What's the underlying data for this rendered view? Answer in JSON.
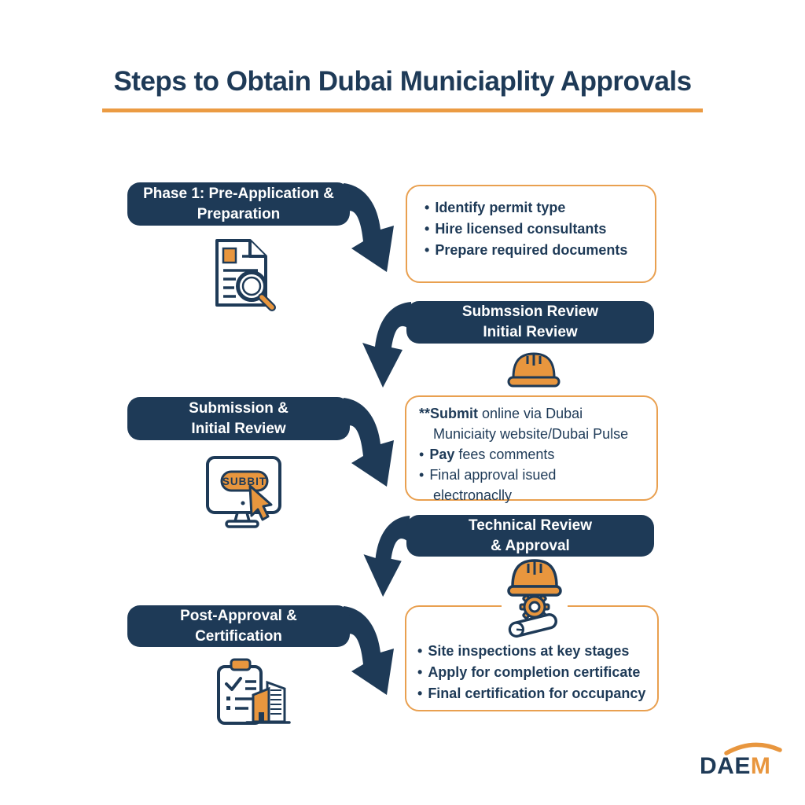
{
  "title": "Steps to Obtain Dubai Municiaplity Approvals",
  "colors": {
    "navy": "#1e3a57",
    "orange": "#e8963e",
    "box_border": "#e9a050",
    "underline": "#eb9b43",
    "background": "#ffffff",
    "banner_text": "#ffffff"
  },
  "banners": [
    {
      "lines": [
        "Phase 1: Pre-Application &",
        "Preparation"
      ]
    },
    {
      "lines": [
        "Submssion Review",
        "Initial Review"
      ]
    },
    {
      "lines": [
        "Submission &",
        "Initial Review"
      ]
    },
    {
      "lines": [
        "Technical Review",
        "& Approval"
      ]
    },
    {
      "lines": [
        "Post-Approval &",
        "Certification"
      ]
    }
  ],
  "boxes": [
    {
      "items": [
        {
          "bullet": true,
          "segments": [
            {
              "text": "Identify permit type"
            }
          ]
        },
        {
          "bullet": true,
          "segments": [
            {
              "text": "Hire licensed consultants"
            }
          ]
        },
        {
          "bullet": true,
          "segments": [
            {
              "text": "Prepare required documents"
            }
          ]
        }
      ]
    },
    {
      "items": [
        {
          "bullet": false,
          "segments": [
            {
              "text": "**Submit",
              "bold": true
            },
            {
              "text": " online via Dubai\nMuniciaity website/Dubai Pulse"
            }
          ]
        },
        {
          "bullet": true,
          "segments": [
            {
              "text": "Pay",
              "bold": true
            },
            {
              "text": " fees comments"
            }
          ]
        },
        {
          "bullet": true,
          "segments": [
            {
              "text": "Final approval isued\nelectronaclly"
            }
          ]
        }
      ]
    },
    {
      "items": [
        {
          "bullet": true,
          "segments": [
            {
              "text": "Site inspections at key stages"
            }
          ]
        },
        {
          "bullet": true,
          "segments": [
            {
              "text": "Apply for completion certificate"
            }
          ]
        },
        {
          "bullet": true,
          "segments": [
            {
              "text": "Final certification for occupancy"
            }
          ]
        }
      ]
    }
  ],
  "icons": [
    {
      "name": "document-search-icon"
    },
    {
      "name": "hard-hat-icon"
    },
    {
      "name": "computer-submit-icon"
    },
    {
      "name": "hard-hat-gear-blueprint-icon"
    },
    {
      "name": "clipboard-building-icon"
    }
  ],
  "submit_button_label": "SUBBIT",
  "logo": {
    "dark": "DAE",
    "accent": "M"
  }
}
